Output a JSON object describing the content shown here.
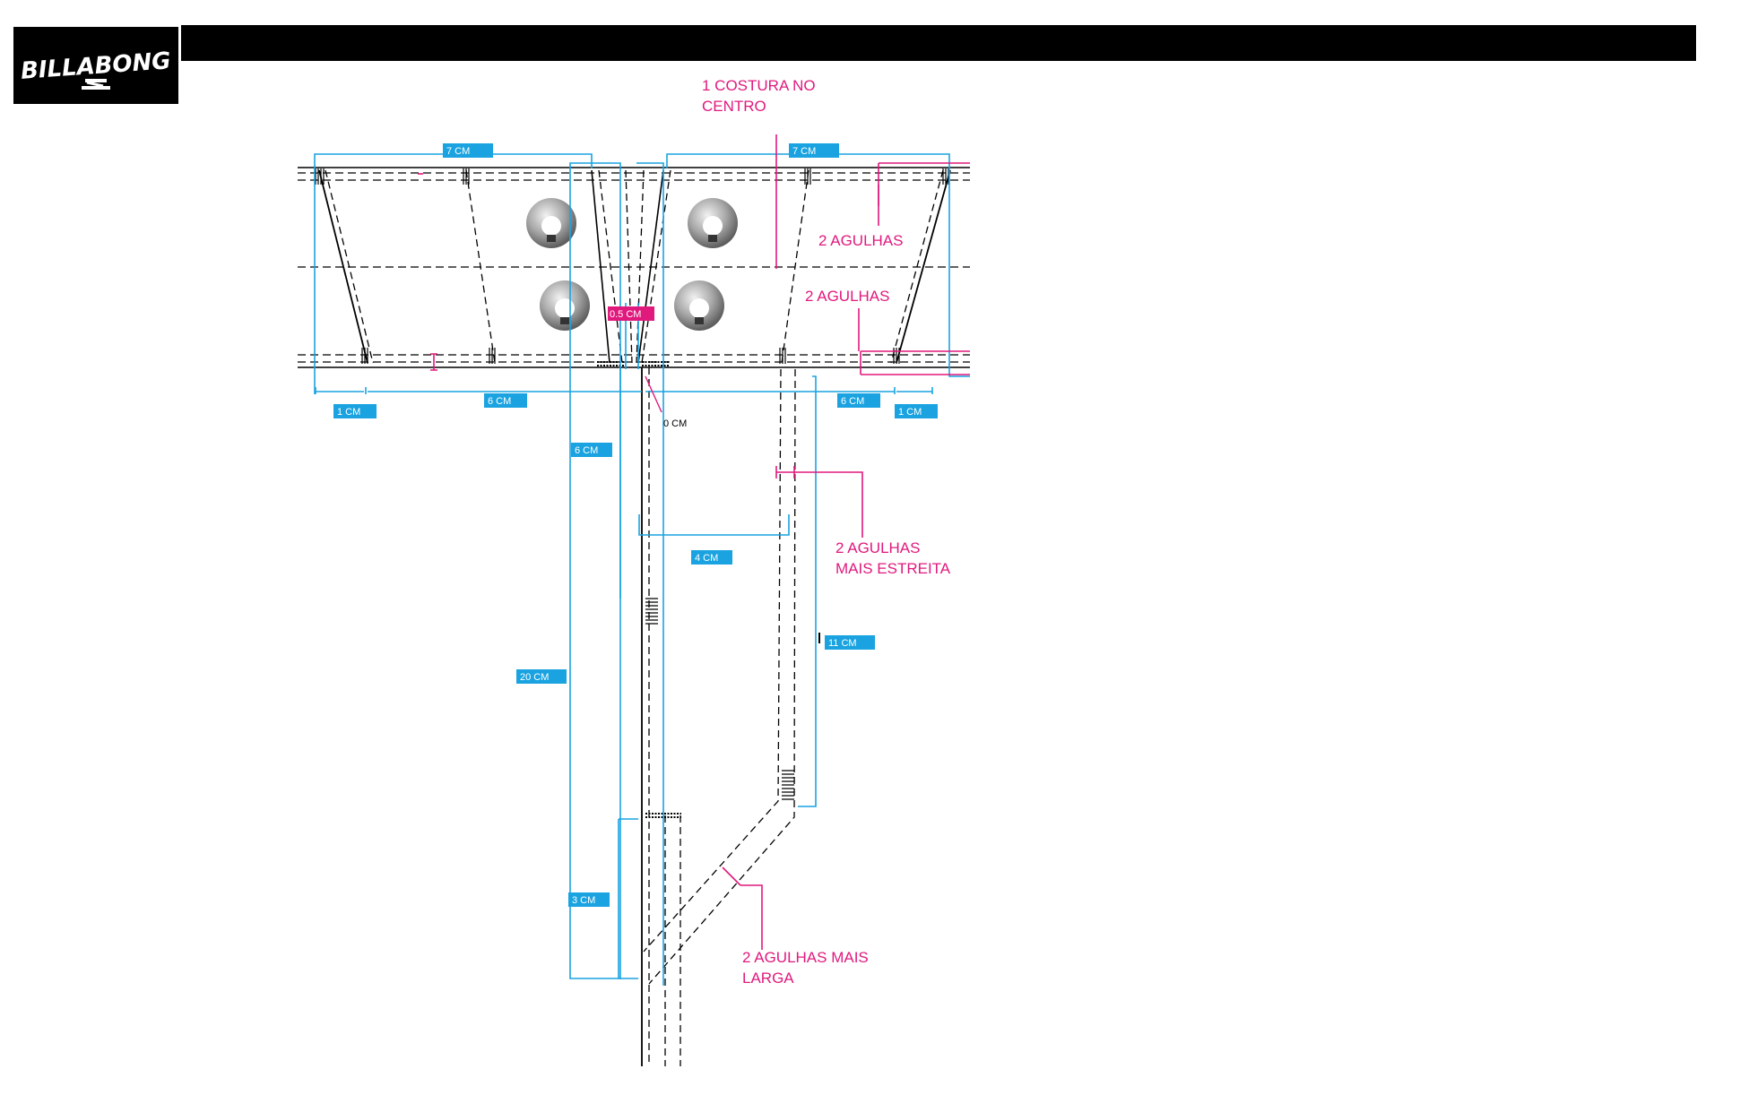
{
  "brand": {
    "logo_text": "BILLABONG"
  },
  "annotations": {
    "center_seam_line1": "1 COSTURA NO",
    "center_seam_line2": "CENTRO",
    "two_needles_top": "2 AGULHAS",
    "two_needles_mid": "2 AGULHAS",
    "two_needles_narrow_line1": "2 AGULHAS",
    "two_needles_narrow_line2": "MAIS ESTREITA",
    "two_needles_wide_line1": "2 AGULHAS MAIS",
    "two_needles_wide_line2": "LARGA"
  },
  "measurements": {
    "top_left": "7 CM",
    "top_right": "7 CM",
    "center_gap": "0.5 CM",
    "bottom_left_1": "1 CM",
    "bottom_left_6": "6 CM",
    "bottom_right_6": "6 CM",
    "bottom_right_1": "1 CM",
    "center_zero": "0 CM",
    "fly_6": "6 CM",
    "fly_4": "4 CM",
    "fly_20": "20 CM",
    "fly_11": "11 CM",
    "fly_3": "3 CM"
  },
  "colors": {
    "dimension": "#1aa3e0",
    "annotation": "#e0197d",
    "line": "#000000"
  }
}
